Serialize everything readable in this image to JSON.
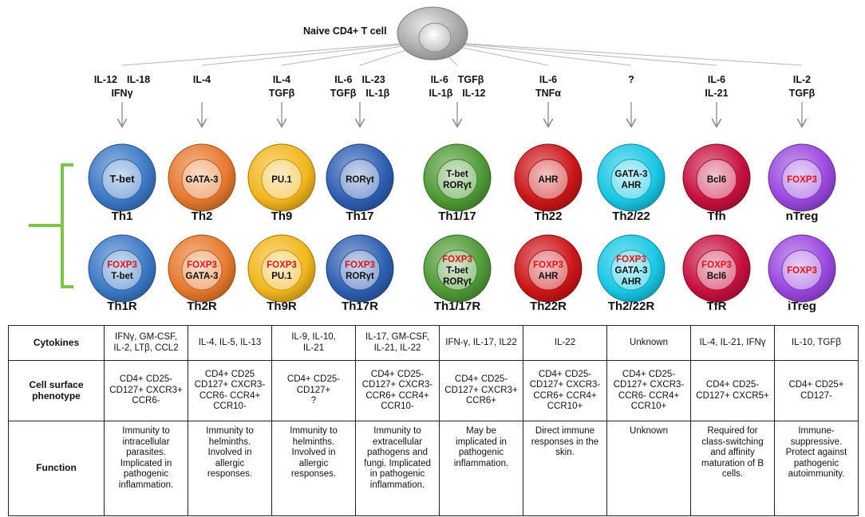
{
  "diagram": {
    "root_label": "Naive CD4+ T cell",
    "colors": {
      "th1": "#3b78c6",
      "th2": "#e6782c",
      "th9": "#f2b61b",
      "th17": "#2e5fb2",
      "th1_17": "#4f9a36",
      "th22": "#cc1518",
      "th2_22": "#17c7e4",
      "tfh": "#c8103f",
      "treg": "#9a47df",
      "foxp3": "#e01018",
      "bracket": "#7cc44a"
    },
    "subsets": [
      {
        "key": "th1",
        "cytokines": [
          [
            "IL-12",
            "IL-18"
          ],
          [
            "IFNγ"
          ]
        ],
        "tf": [
          "T-bet"
        ],
        "name": "Th1",
        "reg_name": "Th1R",
        "reg_tf": [
          "FOXP3",
          "T-bet"
        ]
      },
      {
        "key": "th2",
        "cytokines": [
          [
            "IL-4"
          ]
        ],
        "tf": [
          "GATA-3"
        ],
        "name": "Th2",
        "reg_name": "Th2R",
        "reg_tf": [
          "FOXP3",
          "GATA-3"
        ]
      },
      {
        "key": "th9",
        "cytokines": [
          [
            "IL-4"
          ],
          [
            "TGFβ"
          ]
        ],
        "tf": [
          "PU.1"
        ],
        "name": "Th9",
        "reg_name": "Th9R",
        "reg_tf": [
          "FOXP3",
          "PU.1"
        ]
      },
      {
        "key": "th17",
        "cytokines": [
          [
            "IL-6",
            "IL-23"
          ],
          [
            "TGFβ",
            "IL-1β"
          ]
        ],
        "tf": [
          "RORγt"
        ],
        "name": "Th17",
        "reg_name": "Th17R",
        "reg_tf": [
          "FOXP3",
          "RORγt"
        ]
      },
      {
        "key": "th1_17",
        "cytokines": [
          [
            "IL-6",
            "TGFβ"
          ],
          [
            "IL-1β",
            "IL-12"
          ]
        ],
        "tf": [
          "T-bet",
          "RORγt"
        ],
        "name": "Th1/17",
        "reg_name": "Th1/17R",
        "reg_tf": [
          "FOXP3",
          "T-bet",
          "RORγt"
        ]
      },
      {
        "key": "th22",
        "cytokines": [
          [
            "IL-6"
          ],
          [
            "TNFα"
          ]
        ],
        "tf": [
          "AHR"
        ],
        "name": "Th22",
        "reg_name": "Th22R",
        "reg_tf": [
          "FOXP3",
          "AHR"
        ]
      },
      {
        "key": "th2_22",
        "cytokines": [
          [
            "?"
          ]
        ],
        "tf": [
          "GATA-3",
          "AHR"
        ],
        "name": "Th2/22",
        "reg_name": "Th2/22R",
        "reg_tf": [
          "FOXP3",
          "GATA-3",
          "AHR"
        ]
      },
      {
        "key": "tfh",
        "cytokines": [
          [
            "IL-6"
          ],
          [
            "IL-21"
          ]
        ],
        "tf": [
          "Bcl6"
        ],
        "name": "Tfh",
        "reg_name": "TfR",
        "reg_tf": [
          "FOXP3",
          "Bcl6"
        ]
      },
      {
        "key": "treg",
        "cytokines": [
          [
            "IL-2"
          ],
          [
            "TGFβ"
          ]
        ],
        "tf": [
          "FOXP3"
        ],
        "name": "nTreg",
        "reg_name": "iTreg",
        "reg_tf": [
          "FOXP3"
        ]
      }
    ]
  },
  "table": {
    "row_headers": [
      "Cytokines",
      "Cell surface phenotype",
      "Function"
    ],
    "cytokines": [
      [
        "IFNγ, GM-CSF,",
        "IL-2, LTβ, CCL2"
      ],
      [
        "IL-4, IL-5, IL-13"
      ],
      [
        "IL-9, IL-10,",
        "IL-21"
      ],
      [
        "IL-17, GM-CSF,",
        "IL-21, IL-22"
      ],
      [
        "IFN-γ, IL-17, IL22"
      ],
      [
        "IL-22"
      ],
      [
        "Unknown"
      ],
      [
        "IL-4, IL-21, IFNγ"
      ],
      [
        "IL-10, TGFβ"
      ]
    ],
    "phenotype": [
      [
        "CD4+ CD25-",
        "CD127+ CXCR3+",
        "CCR6-"
      ],
      [
        "CD4+ CD25",
        "CD127+ CXCR3-",
        "CCR6- CCR4+",
        "CCR10-"
      ],
      [
        "CD4+ CD25-",
        "CD127+",
        "?"
      ],
      [
        "CD4+ CD25-",
        "CD127+ CXCR3-",
        "CCR6+ CCR4+",
        "CCR10-"
      ],
      [
        "CD4+ CD25-",
        "CD127+ CXCR3+",
        "CCR6+"
      ],
      [
        "CD4+ CD25-",
        "CD127+ CXCR3-",
        "CCR6+ CCR4+",
        "CCR10+"
      ],
      [
        "CD4+ CD25-",
        "CD127+ CXCR3-",
        "CCR6- CCR4+",
        "CCR10+"
      ],
      [
        "CD4+ CD25-",
        "CD127+ CXCR5+"
      ],
      [
        "CD4+ CD25+",
        "CD127-"
      ]
    ],
    "function": [
      [
        "Immunity to",
        "intracellular",
        "parasites.",
        "Implicated in",
        "pathogenic",
        "inflammation."
      ],
      [
        "Immunity to",
        "helminths.",
        "Involved in",
        "allergic",
        "responses."
      ],
      [
        "Immunity to",
        "helminths.",
        "Involved in",
        "allergic",
        "responses."
      ],
      [
        "Immunity to",
        "extracellular",
        "pathogens and",
        "fungi. Implicated",
        "in pathogenic",
        "inflammation."
      ],
      [
        "May be",
        "implicated in",
        "pathogenic",
        "inflammation."
      ],
      [
        "Direct immune",
        "responses in the",
        "skin."
      ],
      [
        "Unknown"
      ],
      [
        "Required for",
        "class-switching",
        "and affinity",
        "maturation of B",
        "cells."
      ],
      [
        "Immune-",
        "suppressive.",
        "Protect against",
        "pathogenic",
        "autoimmunity."
      ]
    ]
  }
}
